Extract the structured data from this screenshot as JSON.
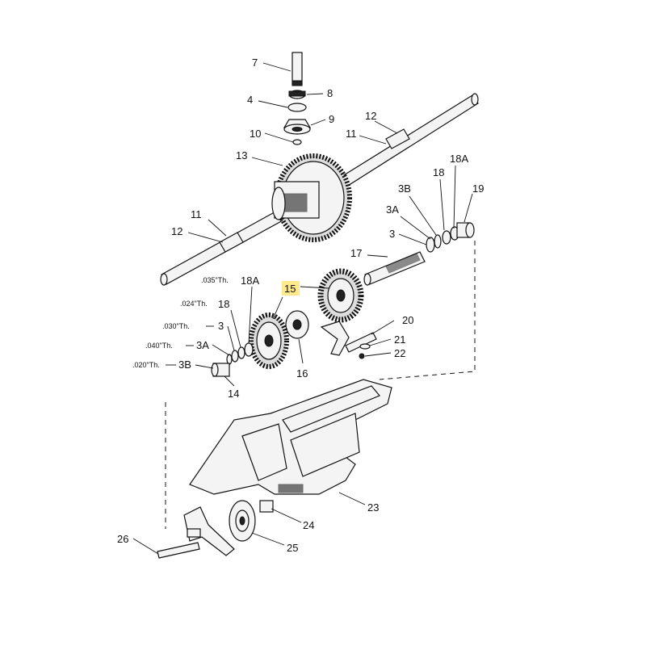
{
  "diagram": {
    "highlight_color": "#ffe98a",
    "highlighted_part": "15",
    "callouts": [
      {
        "id": "c7",
        "text": "7"
      },
      {
        "id": "c8",
        "text": "8"
      },
      {
        "id": "c4",
        "text": "4"
      },
      {
        "id": "c9",
        "text": "9"
      },
      {
        "id": "c10",
        "text": "10"
      },
      {
        "id": "c12a",
        "text": "12"
      },
      {
        "id": "c11a",
        "text": "11"
      },
      {
        "id": "c13",
        "text": "13"
      },
      {
        "id": "c18Aa",
        "text": "18A"
      },
      {
        "id": "c18a",
        "text": "18"
      },
      {
        "id": "c3Ba",
        "text": "3B"
      },
      {
        "id": "c19",
        "text": "19"
      },
      {
        "id": "c3Aa",
        "text": "3A"
      },
      {
        "id": "c3a",
        "text": "3"
      },
      {
        "id": "c11b",
        "text": "11"
      },
      {
        "id": "c12b",
        "text": "12"
      },
      {
        "id": "c17",
        "text": "17"
      },
      {
        "id": "c18Ab",
        "text": "18A"
      },
      {
        "id": "c15",
        "text": "15"
      },
      {
        "id": "c18b",
        "text": "18"
      },
      {
        "id": "c3b",
        "text": "3"
      },
      {
        "id": "c3Ab",
        "text": "3A"
      },
      {
        "id": "c3Bb",
        "text": "3B"
      },
      {
        "id": "c20",
        "text": "20"
      },
      {
        "id": "c21",
        "text": "21"
      },
      {
        "id": "c22",
        "text": "22"
      },
      {
        "id": "c16",
        "text": "16"
      },
      {
        "id": "c14",
        "text": "14"
      },
      {
        "id": "c23",
        "text": "23"
      },
      {
        "id": "c24",
        "text": "24"
      },
      {
        "id": "c26",
        "text": "26"
      },
      {
        "id": "c25",
        "text": "25"
      }
    ],
    "thickness_notes": [
      {
        "id": "t035",
        "text": ".035\"Th."
      },
      {
        "id": "t024",
        "text": ".024\"Th."
      },
      {
        "id": "t030",
        "text": ".030\"Th."
      },
      {
        "id": "t040",
        "text": ".040\"Th."
      },
      {
        "id": "t020",
        "text": ".020\"Th."
      }
    ]
  }
}
